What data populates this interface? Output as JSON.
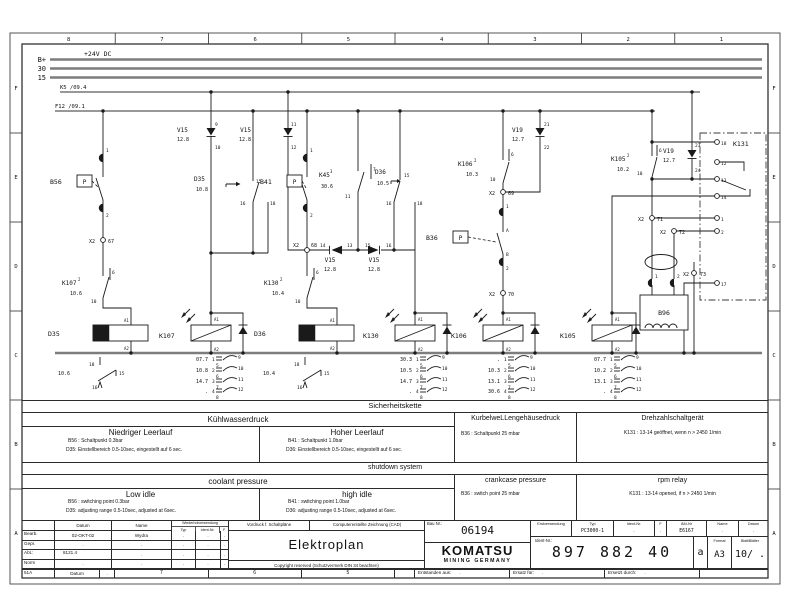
{
  "sheet": {
    "columns_top": [
      "8",
      "7",
      "6",
      "5",
      "4",
      "3",
      "2",
      "1"
    ],
    "columns_bottom": [
      "7",
      "6",
      "5"
    ],
    "rows_left": [
      "F",
      "E",
      "D",
      "C",
      "B",
      "A"
    ],
    "rows_right": [
      "F",
      "E",
      "D",
      "C",
      "B",
      "A"
    ]
  },
  "schematic": {
    "texts": [
      [
        46,
        62,
        "B+",
        7,
        "e"
      ],
      [
        46,
        71,
        "30",
        7,
        "e"
      ],
      [
        46,
        80,
        "15",
        7,
        "e"
      ],
      [
        84,
        56,
        "+24V DC",
        6.5
      ],
      [
        60,
        89,
        "K5 /09.4",
        5.5
      ],
      [
        55,
        108,
        "F12 /09.1",
        5.5
      ],
      [
        106,
        152,
        "1",
        4.5
      ],
      [
        50,
        184,
        "B56",
        6.5
      ],
      [
        84.5,
        184,
        "P",
        6,
        "m"
      ],
      [
        106,
        217,
        "2",
        4.5
      ],
      [
        95,
        243,
        "X2",
        5,
        "e"
      ],
      [
        108,
        243,
        "67",
        5
      ],
      [
        62,
        285,
        "K107",
        6
      ],
      [
        78,
        281,
        "2",
        4
      ],
      [
        70,
        295,
        "10.6",
        5
      ],
      [
        112,
        274,
        "6",
        4.5
      ],
      [
        91,
        303,
        "10",
        4.5
      ],
      [
        48,
        336,
        "D35",
        6.5
      ],
      [
        124,
        322,
        "A1",
        4
      ],
      [
        124,
        350,
        "A2",
        4
      ],
      [
        58,
        375,
        "10.6",
        5
      ],
      [
        89,
        366,
        "18",
        4.5
      ],
      [
        119,
        375,
        "15",
        4.5
      ],
      [
        92,
        389,
        "16",
        4.5
      ],
      [
        177,
        132,
        "V15",
        6
      ],
      [
        177,
        141,
        "12.8",
        5
      ],
      [
        215,
        126,
        "9",
        4.5
      ],
      [
        215,
        149,
        "10",
        4.5
      ],
      [
        159,
        338,
        "K107",
        6.5
      ],
      [
        214,
        321,
        "A1",
        4
      ],
      [
        214,
        351,
        "A2",
        4
      ],
      [
        208,
        361,
        "07.7",
        5,
        "e"
      ],
      [
        212,
        361,
        "1",
        4.5
      ],
      [
        238,
        359,
        "9",
        4.5
      ],
      [
        216,
        367,
        "5",
        4.5
      ],
      [
        208,
        372,
        "10.8",
        5,
        "e"
      ],
      [
        212,
        372,
        "2",
        4.5
      ],
      [
        238,
        370,
        "10",
        4.5
      ],
      [
        216,
        378,
        "6",
        4.5
      ],
      [
        208,
        383,
        "14.7",
        5,
        "e"
      ],
      [
        212,
        383,
        "3",
        4.5
      ],
      [
        238,
        381,
        "11",
        4.5
      ],
      [
        216,
        389,
        "7",
        4.5
      ],
      [
        208,
        393,
        ".",
        5,
        "e"
      ],
      [
        212,
        393,
        "4",
        4.5
      ],
      [
        238,
        391,
        "12",
        4.5
      ],
      [
        216,
        399,
        "8",
        4.5
      ],
      [
        194,
        181,
        "D35",
        6
      ],
      [
        196,
        191,
        "10.8",
        5
      ],
      [
        256,
        183,
        "15",
        4.5
      ],
      [
        240,
        205,
        "16",
        4.5
      ],
      [
        270,
        205,
        "18",
        4.5
      ],
      [
        251,
        132,
        "V15",
        6,
        "e"
      ],
      [
        251,
        141,
        "12.8",
        5,
        "e"
      ],
      [
        291,
        126,
        "11",
        4.5
      ],
      [
        291,
        149,
        "12",
        4.5
      ],
      [
        310,
        152,
        "1",
        4.5
      ],
      [
        260,
        184,
        "B41",
        6.5
      ],
      [
        294.5,
        184,
        "P",
        6,
        "m"
      ],
      [
        310,
        217,
        "2",
        4.5
      ],
      [
        299,
        247,
        "X2",
        5,
        "e"
      ],
      [
        311,
        247,
        "68",
        5
      ],
      [
        264,
        285,
        "K130",
        6
      ],
      [
        280,
        281,
        "2",
        4
      ],
      [
        272,
        295,
        "10.4",
        5
      ],
      [
        316,
        274,
        "6",
        4.5
      ],
      [
        295,
        303,
        "10",
        4.5
      ],
      [
        254,
        336,
        "D36",
        6.5
      ],
      [
        330,
        322,
        "A1",
        4
      ],
      [
        330,
        350,
        "A2",
        4
      ],
      [
        263,
        375,
        "10.4",
        5
      ],
      [
        294,
        366,
        "18",
        4.5
      ],
      [
        324,
        375,
        "15",
        4.5
      ],
      [
        297,
        389,
        "16",
        4.5
      ],
      [
        320,
        247,
        "14",
        4.5
      ],
      [
        347,
        247,
        "13",
        4.5
      ],
      [
        330,
        262,
        "V15",
        6,
        "m"
      ],
      [
        330,
        271,
        "12.8",
        5,
        "m"
      ],
      [
        365,
        247,
        "15",
        4.5
      ],
      [
        386,
        247,
        "16",
        4.5
      ],
      [
        374,
        262,
        "V15",
        6,
        "m"
      ],
      [
        374,
        271,
        "12.8",
        5,
        "m"
      ],
      [
        319,
        177,
        "K45",
        6
      ],
      [
        330,
        173,
        "3",
        4
      ],
      [
        321,
        188,
        "30.6",
        5
      ],
      [
        345,
        198,
        "11",
        4.5
      ],
      [
        373,
        171,
        "7",
        4.5
      ],
      [
        375,
        174,
        "D36",
        6
      ],
      [
        377,
        185,
        "10.5",
        5
      ],
      [
        404,
        177,
        "15",
        4.5
      ],
      [
        386,
        205,
        "16",
        4.5
      ],
      [
        417,
        205,
        "18",
        4.5
      ],
      [
        363,
        338,
        "K130",
        6.5
      ],
      [
        418,
        321,
        "A1",
        4
      ],
      [
        418,
        351,
        "A2",
        4
      ],
      [
        412,
        361,
        "30.3",
        5,
        "e"
      ],
      [
        416,
        361,
        "1",
        4.5
      ],
      [
        442,
        359,
        "9",
        4.5
      ],
      [
        420,
        367,
        "5",
        4.5
      ],
      [
        412,
        372,
        "10.5",
        5,
        "e"
      ],
      [
        416,
        372,
        "2",
        4.5
      ],
      [
        442,
        370,
        "10",
        4.5
      ],
      [
        420,
        378,
        "6",
        4.5
      ],
      [
        412,
        383,
        "14.7",
        5,
        "e"
      ],
      [
        416,
        383,
        "3",
        4.5
      ],
      [
        442,
        381,
        "11",
        4.5
      ],
      [
        420,
        389,
        "7",
        4.5
      ],
      [
        412,
        393,
        ".",
        5,
        "e"
      ],
      [
        416,
        393,
        "4",
        4.5
      ],
      [
        442,
        391,
        "12",
        4.5
      ],
      [
        420,
        399,
        "8",
        4.5
      ],
      [
        458,
        166,
        "K106",
        6
      ],
      [
        474,
        162,
        "2",
        4
      ],
      [
        466,
        176,
        "10.3",
        5
      ],
      [
        511,
        156,
        "6",
        4.5
      ],
      [
        490,
        181,
        "10",
        4.5
      ],
      [
        495,
        195,
        "X2",
        5,
        "e"
      ],
      [
        508,
        195,
        "69",
        5
      ],
      [
        506,
        208,
        "1",
        4.5
      ],
      [
        426,
        240,
        "B36",
        6.5
      ],
      [
        460.5,
        240,
        "P",
        6,
        "m"
      ],
      [
        506,
        232,
        "A",
        4.5
      ],
      [
        506,
        256,
        "B",
        4.5
      ],
      [
        506,
        270,
        "2",
        4.5
      ],
      [
        495,
        296,
        "X2",
        5,
        "e"
      ],
      [
        508,
        296,
        "70",
        5
      ],
      [
        451,
        338,
        "K106",
        6.5
      ],
      [
        506,
        321,
        "A1",
        4
      ],
      [
        506,
        351,
        "A2",
        4
      ],
      [
        500,
        361,
        ".",
        5,
        "e"
      ],
      [
        504,
        361,
        "1",
        4.5
      ],
      [
        530,
        359,
        "9",
        4.5
      ],
      [
        508,
        367,
        "5",
        4.5
      ],
      [
        500,
        372,
        "10.3",
        5,
        "e"
      ],
      [
        504,
        372,
        "2",
        4.5
      ],
      [
        530,
        370,
        "10",
        4.5
      ],
      [
        508,
        378,
        "6",
        4.5
      ],
      [
        500,
        383,
        "13.1",
        5,
        "e"
      ],
      [
        504,
        383,
        "3",
        4.5
      ],
      [
        530,
        381,
        "11",
        4.5
      ],
      [
        508,
        389,
        "7",
        4.5
      ],
      [
        500,
        393,
        "30.6",
        5,
        "e"
      ],
      [
        504,
        393,
        "4",
        4.5
      ],
      [
        530,
        391,
        "12",
        4.5
      ],
      [
        508,
        399,
        "8",
        4.5
      ],
      [
        512,
        132,
        "V19",
        6
      ],
      [
        512,
        141,
        "12.7",
        5
      ],
      [
        544,
        126,
        "21",
        4.5
      ],
      [
        544,
        149,
        "22",
        4.5
      ],
      [
        611,
        161,
        "K105",
        6
      ],
      [
        627,
        157,
        "2",
        4
      ],
      [
        617,
        171,
        "10.2",
        5
      ],
      [
        659,
        152,
        "6",
        4.5
      ],
      [
        637,
        175,
        "10",
        4.5
      ],
      [
        663,
        153,
        "V19",
        6
      ],
      [
        663,
        162,
        "12.7",
        5
      ],
      [
        695,
        147,
        "23",
        4.5
      ],
      [
        695,
        172,
        "24",
        4.5
      ],
      [
        644,
        221,
        "X2",
        5,
        "e"
      ],
      [
        657,
        221,
        "71",
        5
      ],
      [
        666,
        234,
        "X2",
        5,
        "e"
      ],
      [
        679,
        234,
        "72",
        5
      ],
      [
        689,
        276,
        "X2",
        5,
        "e"
      ],
      [
        700,
        276,
        "73",
        5
      ],
      [
        655,
        278,
        "1",
        4.5
      ],
      [
        677,
        278,
        "2",
        4.5
      ],
      [
        664,
        315,
        "B96",
        6.5,
        "m"
      ],
      [
        560,
        338,
        "K105",
        6.5
      ],
      [
        615,
        321,
        "A1",
        4
      ],
      [
        615,
        351,
        "A2",
        4
      ],
      [
        606,
        361,
        "07.7",
        5,
        "e"
      ],
      [
        610,
        361,
        "1",
        4.5
      ],
      [
        636,
        359,
        "9",
        4.5
      ],
      [
        614,
        367,
        "5",
        4.5
      ],
      [
        606,
        372,
        "10.2",
        5,
        "e"
      ],
      [
        610,
        372,
        "2",
        4.5
      ],
      [
        636,
        370,
        "10",
        4.5
      ],
      [
        614,
        378,
        "6",
        4.5
      ],
      [
        606,
        383,
        "13.1",
        5,
        "e"
      ],
      [
        610,
        383,
        "3",
        4.5
      ],
      [
        636,
        381,
        "11",
        4.5
      ],
      [
        614,
        389,
        "7",
        4.5
      ],
      [
        606,
        393,
        ".",
        5,
        "e"
      ],
      [
        610,
        393,
        "4",
        4.5
      ],
      [
        636,
        391,
        "12",
        4.5
      ],
      [
        614,
        399,
        "8",
        4.5
      ],
      [
        721,
        145,
        "18",
        4.5
      ],
      [
        733,
        146,
        "K131",
        6.5
      ],
      [
        721,
        165,
        "12",
        4.5
      ],
      [
        721,
        182,
        "13",
        4.5
      ],
      [
        721,
        199,
        "14",
        4.5
      ],
      [
        721,
        221,
        "1",
        4.5
      ],
      [
        721,
        234,
        "2",
        4.5
      ],
      [
        721,
        286,
        "17",
        4.5
      ]
    ]
  },
  "tables": {
    "sicherheitskette": "Sicherheitskette",
    "german": {
      "coolant_header": "Kühlwasserdruck",
      "low": {
        "title": "Niedriger Leerlauf",
        "l1": "B56 : Schaltpunkt 0.3bar",
        "l2": "D35: Einstellbereich 0.5-10sec, eingestellt auf 6 sec."
      },
      "high": {
        "title": "Hoher Leerlauf",
        "l1": "B41 : Schaltpunkt 1.0bar",
        "l2": "D36: Einstellbereich 0.5-10sec, eingestellt auf 6 sec."
      },
      "crank": {
        "title": "KurbelweLLengehäusedruck",
        "l1": "B36 : Schaltpunkt 25 mbar"
      },
      "rpm": {
        "title": "Drehzahlschaltgerät",
        "l1": "K131 : 13-14 geöffnet, wenn n > 2450 1/min"
      }
    },
    "english": {
      "shutdown_header": "shutdown system",
      "coolant_header": "coolant pressure",
      "low": {
        "title": "Low idle",
        "l1": "B56 : switching point 0.3bar",
        "l2": "D35: adjusting range 0.5-10sec, adjusted at 6sec."
      },
      "high": {
        "title": "high idle",
        "l1": "B41 : switching point 1.0bar",
        "l2": "D36: adjusting range 0.5-10sec, adjusted at 6sec."
      },
      "crank": {
        "title": "crankcase pressure",
        "l1": "B36 : switch point 25 mbar"
      },
      "rpm": {
        "title": "rpm relay",
        "l1": "K131 : 13-14 opened, if n > 2450 1/min"
      }
    }
  },
  "titleblock": {
    "h_datum": "Datum",
    "h_name": "Name",
    "h_wieder": "Wiederholverwendung",
    "h_typ": "Typ",
    "h_ident": "Ident-Nr.",
    "h_f": "F",
    "h_vordruck": "Vordruck f. Schaltpläne",
    "h_cad": "Computererstellte Zeichnung (CAD)",
    "h_bau": "Bau Nr.:",
    "bau_value": "06194",
    "rows": {
      "bearb": "Bearb.",
      "bearb_datum": "02-OKT-02",
      "bearb_name": "Wydra",
      "gepr": "Gepr.",
      "abt": "Abt.:",
      "abt_value": "8121.4",
      "norm": "Norm",
      "sik": "51A",
      "sik_datum": "Datum"
    },
    "dot": ".",
    "plan_title": "Elektroplan",
    "copyright": "Copyright reserved (Schutzvermerk DIN 34 beachten)",
    "h_erst": "Erstverwendung",
    "typ_value": "PC3000-1",
    "h_aem": "ÄM-Nr",
    "aem_value": "E6167",
    "komatsu": "KOMATSU",
    "mining": "MINING GERMANY",
    "h_ident2": "Ident-Nr.:",
    "ident_value": "897 882 40",
    "ident_rev": "a",
    "h_format": "Format",
    "format_value": "A3",
    "h_blatt": "Blatt/Blätter",
    "blatt_value": "10/ .",
    "entstanden": "Entstanden aus:",
    "ersatz": "Ersatz für:",
    "ersetzt": "Ersetzt durch:"
  }
}
